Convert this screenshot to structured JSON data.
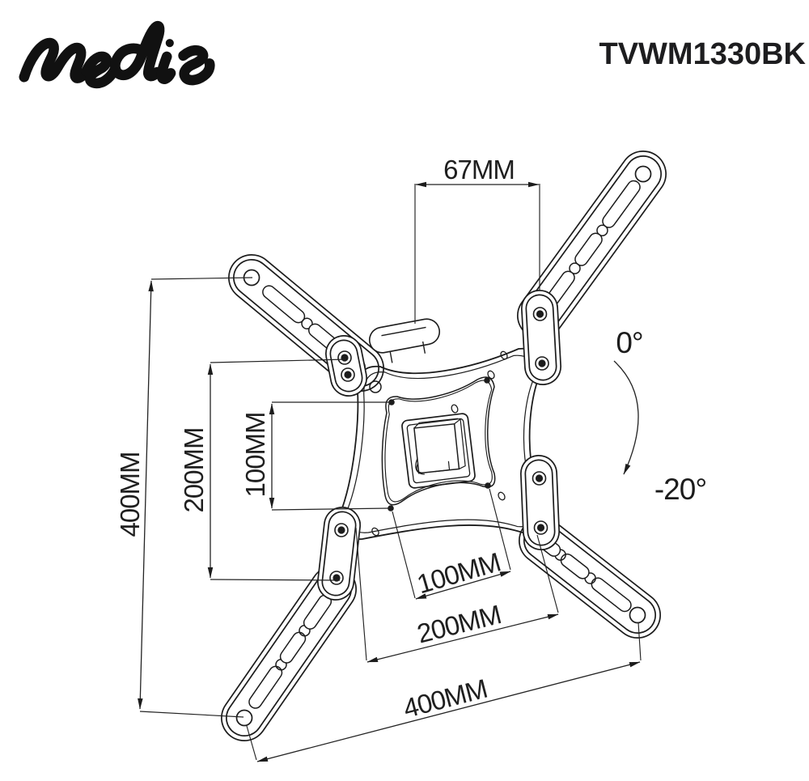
{
  "header": {
    "brand": "nedis",
    "model": "TVWM1330BK"
  },
  "drawing": {
    "dimensions": {
      "top_width": {
        "label": "67MM"
      },
      "left_outer": {
        "label": "400MM"
      },
      "left_middle": {
        "label": "200MM"
      },
      "left_inner": {
        "label": "100MM"
      },
      "bottom_inner": {
        "label": "100MM"
      },
      "bottom_middle": {
        "label": "200MM"
      },
      "bottom_outer": {
        "label": "400MM"
      }
    },
    "tilt_range": {
      "max": {
        "label": "0°"
      },
      "min": {
        "label": "-20°"
      }
    }
  }
}
